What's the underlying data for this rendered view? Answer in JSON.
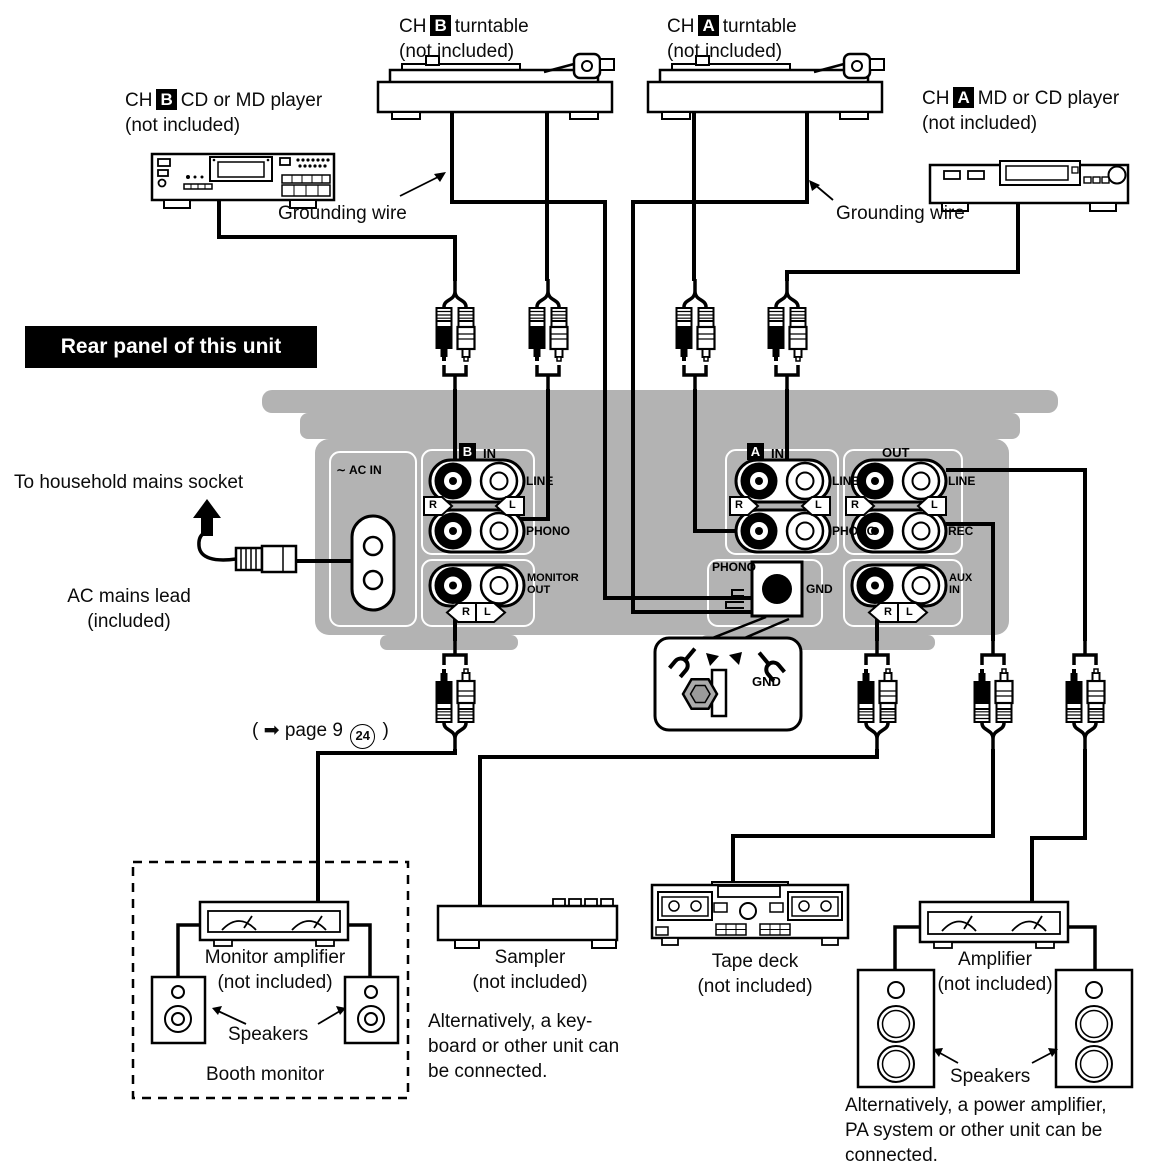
{
  "page": {
    "title": "Rear panel of this unit"
  },
  "top_devices": {
    "cd_b": {
      "pre": "CH",
      "badge": "B",
      "post": "CD or MD player",
      "note": "(not included)"
    },
    "tt_b": {
      "pre": "CH",
      "badge": "B",
      "post": "turntable",
      "note": "(not included)"
    },
    "tt_a": {
      "pre": "CH",
      "badge": "A",
      "post": "turntable",
      "note": "(not included)"
    },
    "md_a": {
      "pre": "CH",
      "badge": "A",
      "post": "MD or CD player",
      "note": "(not included)"
    }
  },
  "annotations": {
    "grounding_left": "Grounding wire",
    "grounding_right": "Grounding wire",
    "mains": "To household mains socket",
    "ac_lead": "AC mains lead",
    "ac_lead_note": "(included)",
    "page_ref_open": "(",
    "page_ref_arrow": "➡",
    "page_ref_text": "page 9",
    "page_ref_num": "24",
    "page_ref_close": ")"
  },
  "panel": {
    "ac_in": "∼ AC IN",
    "b_badge": "B",
    "b_header": "IN",
    "a_badge": "A",
    "a_header": "IN",
    "out_header": "OUT",
    "b_line": "LINE",
    "b_phono": "PHONO",
    "a_line": "LINE",
    "a_phono": "PHONO",
    "out_line": "LINE",
    "out_rec": "REC",
    "monitor_1": "MONITOR",
    "monitor_2": "OUT",
    "aux_1": "AUX",
    "aux_2": "IN",
    "phono_gnd": "PHONO",
    "gnd": "GND",
    "r": "R",
    "l": "L",
    "callout_gnd": "GND"
  },
  "bottom_devices": {
    "monitor_amp": {
      "name": "Monitor amplifier",
      "note": "(not included)"
    },
    "speakers_left": "Speakers",
    "booth": "Booth monitor",
    "sampler": {
      "name": "Sampler",
      "note": "(not included)"
    },
    "sampler_alt": [
      "Alternatively, a key-",
      "board or other unit can",
      "be connected."
    ],
    "tape": {
      "name": "Tape deck",
      "note": "(not included)"
    },
    "amp": {
      "name": "Amplifier",
      "note": "(not included)"
    },
    "speakers_right": "Speakers",
    "amp_alt": [
      "Alternatively, a power amplifier,",
      "PA system or other unit can be",
      "connected."
    ]
  },
  "colors": {
    "panel_gray": "#b3b3b3",
    "ink": "#000000",
    "badge_bg": "#000000",
    "badge_fg": "#ffffff"
  }
}
